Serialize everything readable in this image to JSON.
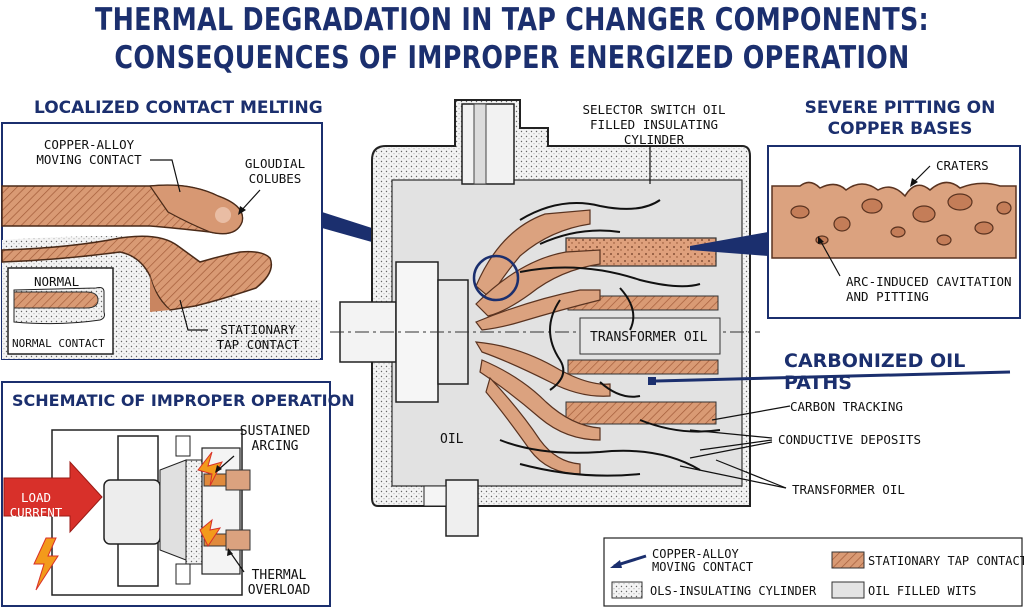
{
  "title": {
    "line1": "THERMAL DEGRADATION IN TAP CHANGER COMPONENTS:",
    "line2": "CONSEQUENCES OF IMPROPER ENERGIZED OPERATION"
  },
  "melting": {
    "heading": "LOCALIZED CONTACT MELTING",
    "moving_contact_line1": "COPPER-ALLOY",
    "moving_contact_line2": "MOVING CONTACT",
    "globules_line1": "GLOUDIAL",
    "globules_line2": "COLUBES",
    "stationary_line1": "STATIONARY",
    "stationary_line2": "TAP CONTACT",
    "normal_label": "NORMAL",
    "normal_contact_label": "NORMAL CONTACT"
  },
  "schematic": {
    "heading": "SCHEMATIC OF IMPROPER OPERATION",
    "arcing_line1": "SUSTAINED",
    "arcing_line2": "ARCING",
    "load_line1": "LOAD",
    "load_line2": "CURRENT",
    "overload_line1": "THERMAL",
    "overload_line2": "OVERLOAD"
  },
  "center": {
    "cylinder_line1": "SELECTOR SWITCH OIL",
    "cylinder_line2": "FILLED INSULATING",
    "cylinder_line3": "CYLINDER",
    "transformer_oil": "TRANSFORMER OIL",
    "oil": "OIL"
  },
  "pitting": {
    "heading_line1": "SEVERE PITTING ON",
    "heading_line2": "COPPER BASES",
    "craters": "CRATERS",
    "cavitation_line1": "ARC-INDUCED CAVITATION",
    "cavitation_line2": "AND PITTING"
  },
  "carbon": {
    "heading": "CARBONIZED OIL PATHS",
    "tracking": "CARBON TRACKING",
    "deposits": "CONDUCTIVE DEPOSITS",
    "transformer_oil": "TRANSFORMER OIL"
  },
  "legend": {
    "moving_line1": "COPPER-ALLOY",
    "moving_line2": "MOVING CONTACT",
    "stationary": "STATIONARY TAP CONTACT",
    "insulating": "OLS-INSULATING CYLINDER",
    "oil_filled": "OIL FILLED WITS"
  },
  "colors": {
    "navy": "#1b2f6e",
    "copper": "#dba27f",
    "copper_dark": "#b9714c",
    "oil_gray": "#e4e4e4",
    "red": "#d8302a",
    "orange": "#f39a1b"
  }
}
